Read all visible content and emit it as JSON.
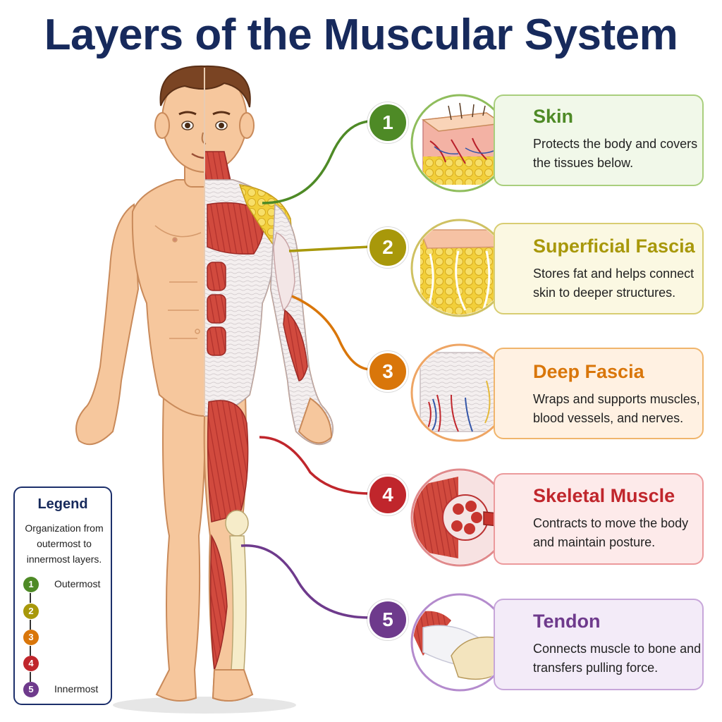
{
  "title": "Layers of the Muscular System",
  "layers": [
    {
      "number": "1",
      "name": "Skin",
      "description": "Protects the body and covers the tissues below.",
      "color": "#4e8a26",
      "bg": "#f1f8e9",
      "border": "#a9cf7d"
    },
    {
      "number": "2",
      "name": "Superficial Fascia",
      "description": "Stores fat and helps connect skin to deeper structures.",
      "color": "#a8980a",
      "bg": "#fbf8e2",
      "border": "#d8cd72"
    },
    {
      "number": "3",
      "name": "Deep Fascia",
      "description": "Wraps and supports muscles, blood vessels, and nerves.",
      "color": "#d9760a",
      "bg": "#fff1e2",
      "border": "#f0b56c"
    },
    {
      "number": "4",
      "name": "Skeletal Muscle",
      "description": "Contracts to move the body and maintain posture.",
      "color": "#c0262c",
      "bg": "#fdeaea",
      "border": "#ec9a9c"
    },
    {
      "number": "5",
      "name": "Tendon",
      "description": "Connects muscle to bone and transfers pulling force.",
      "color": "#6e3a8c",
      "bg": "#f3ebf8",
      "border": "#c7a6da"
    }
  ],
  "legend": {
    "title": "Legend",
    "description": "Organization from outermost to innermost layers.",
    "outermost": "Outermost",
    "innermost": "Innermost"
  },
  "colors": {
    "skin_tone": "#f6c79d",
    "skin_outline": "#c98a5a",
    "muscle": "#d4453b",
    "fat": "#f2cf3a",
    "fascia": "#f1ecec",
    "bone": "#f6ecc9",
    "hair": "#7a4423",
    "title": "#172a5c"
  }
}
